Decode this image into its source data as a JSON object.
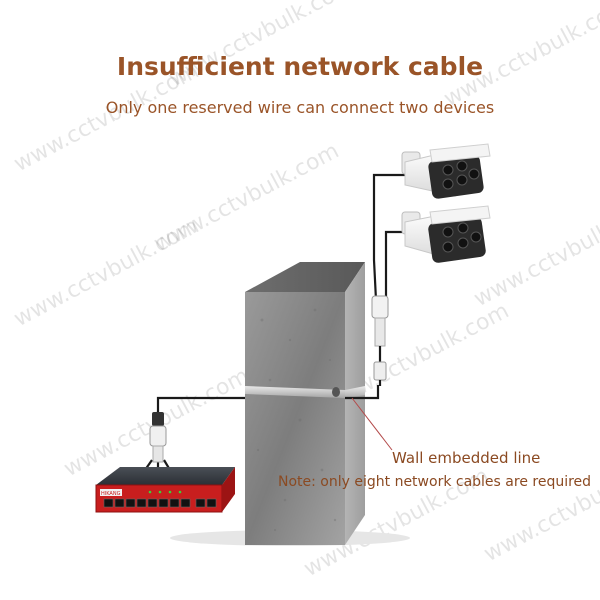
{
  "header": {
    "title": "Insufficient network cable",
    "subtitle": "Only one reserved wire can connect two devices"
  },
  "labels": {
    "wall_line": "Wall embedded line",
    "note": "Note: only eight network cables are required"
  },
  "switch": {
    "brand": "HIKANG"
  },
  "watermark": {
    "text": "www.cctvbulk.com"
  },
  "colors": {
    "title": "#9a5428",
    "switch_body": "#c81e1e",
    "wall": "#8c8c8c",
    "cable": "#1a1a1a"
  }
}
